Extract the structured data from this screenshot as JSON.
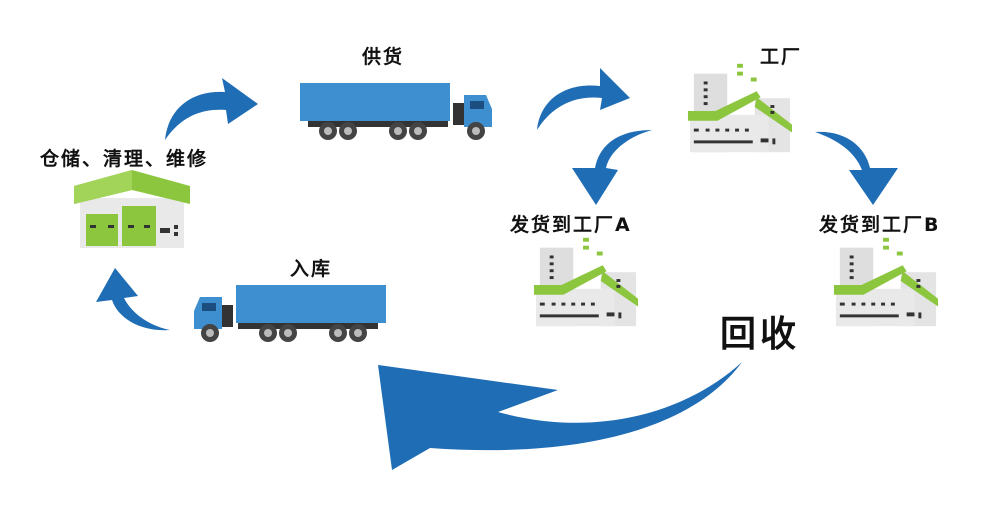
{
  "diagram": {
    "title_labels": {
      "storage": "仓储、清理、维修",
      "supply": "供货",
      "factory": "工厂",
      "factory_a": "发货到工厂A",
      "factory_b": "发货到工厂B",
      "inbound": "入库",
      "recycle": "回收"
    },
    "flow": [
      {
        "from": "storage",
        "to": "supply"
      },
      {
        "from": "supply",
        "to": "factory"
      },
      {
        "from": "factory",
        "to": "factory_a"
      },
      {
        "from": "factory",
        "to": "factory_b"
      },
      {
        "from": "factory_b",
        "to": "recycle"
      },
      {
        "from": "recycle",
        "to": "inbound"
      },
      {
        "from": "inbound",
        "to": "storage"
      }
    ],
    "colors": {
      "arrow": "#1f6db5",
      "truck": "#3d8fd0",
      "roof_green": "#8cc63f",
      "building_gray": "#e6e6e6"
    }
  }
}
